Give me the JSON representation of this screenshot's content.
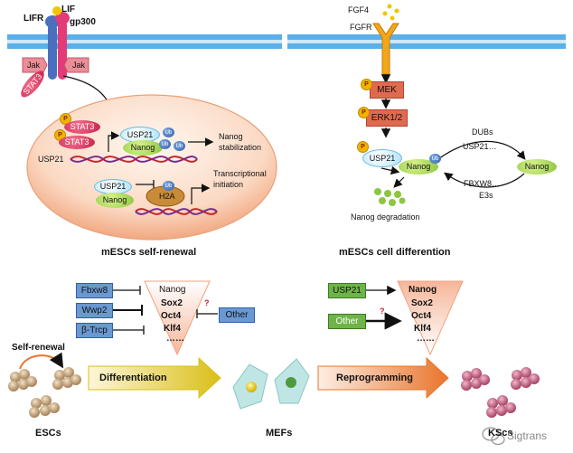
{
  "top_left": {
    "lif": "LIF",
    "lifr": "LIFR",
    "gp300": "gp300",
    "jak_left": "Jak",
    "jak_right": "Jak",
    "stat3_free": "STAT3",
    "p_badge": "P",
    "stat3_a": "STAT3",
    "stat3_b": "STAT3",
    "usp21_top": "USP21",
    "nanog_top": "Nanog",
    "ub": "Ub",
    "nanog_stabilization_l1": "Nanog",
    "nanog_stabilization_l2": "stabilization",
    "usp21_dna": "USP21",
    "usp21_low": "USP21",
    "nanog_low": "Nanog",
    "h2a": "H2A",
    "transcriptional_l1": "Transcriptional",
    "transcriptional_l2": "initiation",
    "caption": "mESCs self-renewal"
  },
  "top_right": {
    "fgf4": "FGF4",
    "fgfr": "FGFR",
    "mek": "MEK",
    "erk": "ERK1/2",
    "usp21": "USP21",
    "nanog_left": "Nanog",
    "ub_marker": "Ub",
    "dubs": "DUBs",
    "usp21_dots": "USP21…",
    "fbxw8_dots": "FBXW8…",
    "e3s": "E3s",
    "nanog_right": "Nanog",
    "nanog_degradation": "Nanog degradation",
    "caption": "mESCs cell differention"
  },
  "bottom_left": {
    "fbxw8": "Fbxw8",
    "wwp2": "Wwp2",
    "btrcp": "β-Trcp",
    "other": "Other",
    "question": "?",
    "tri_items": [
      "Nanog",
      "Sox2",
      "Oct4",
      "Klf4",
      "……"
    ],
    "self_renewal": "Self-renewal",
    "differentiation": "Differentiation",
    "escs": "ESCs"
  },
  "bottom_mid": {
    "mefs": "MEFs"
  },
  "bottom_right": {
    "usp21": "USP21",
    "other": "Other",
    "question": "?",
    "tri_items": [
      "Nanog",
      "Sox2",
      "Oct4",
      "Klf4",
      "……"
    ],
    "reprogramming": "Reprogramming",
    "kscs": "KScs"
  },
  "watermark": "Sigtrans",
  "colors": {
    "membrane_head": "#5ab0e8",
    "ellipse_edge": "#e9a27a",
    "blue_box": "#6a98d2",
    "green_box": "#6fb44a",
    "orange_arrow": "#e9742b"
  }
}
